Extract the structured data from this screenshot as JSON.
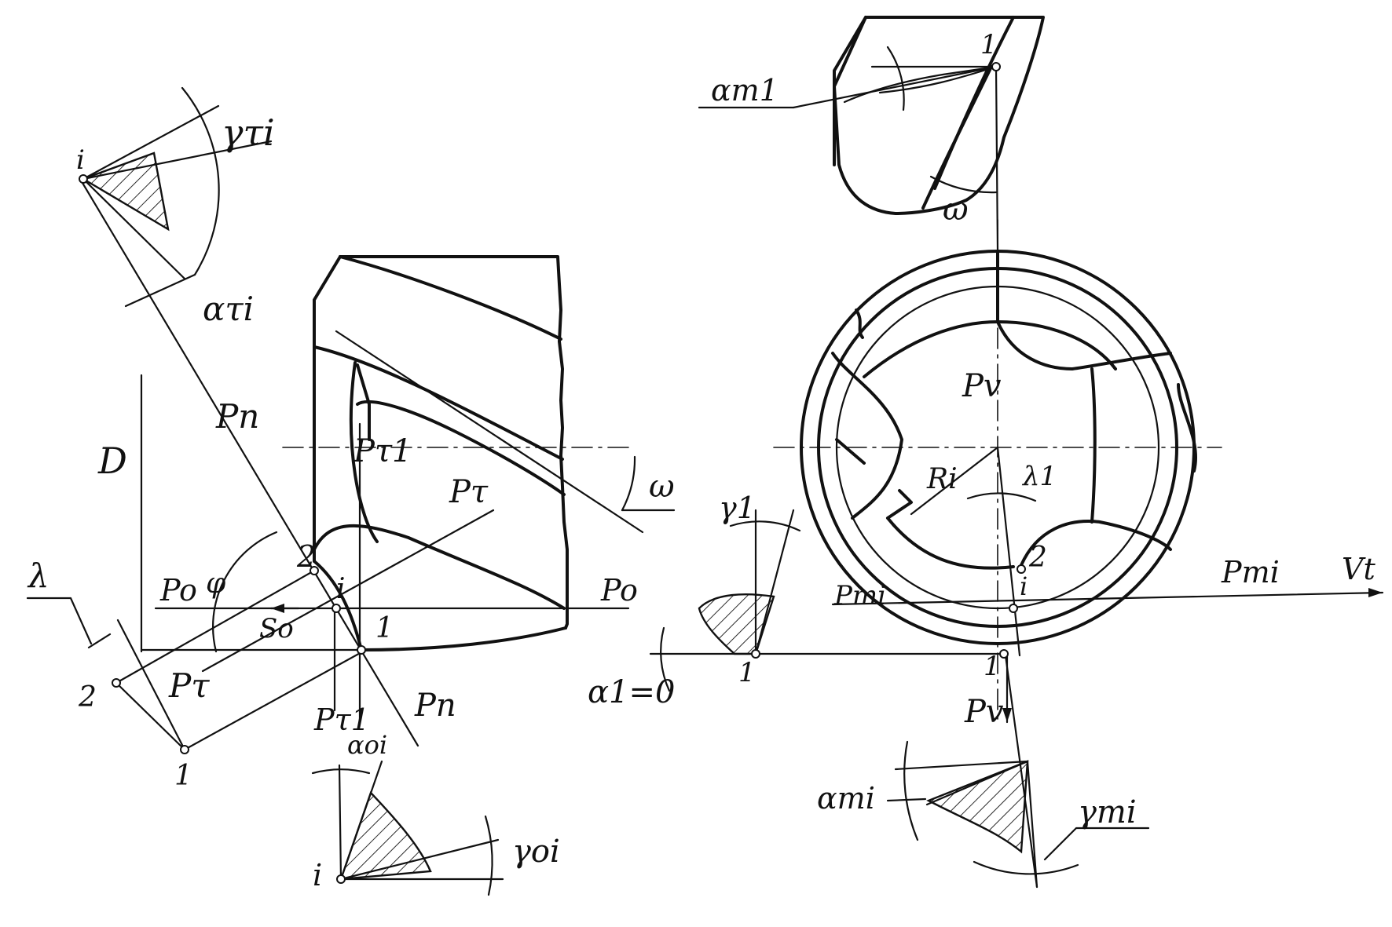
{
  "labels": {
    "gamma_ti_top": "γτi",
    "alpha_ti_top": "ατi",
    "i_top": "i",
    "Pn_upper": "Pn",
    "D": "D",
    "Pt1_mid": "Pτ1",
    "omega_left": "ω",
    "Ptau_mid": "Pτ",
    "phi": "φ",
    "two_left": "2",
    "i_left": "i",
    "Po_left": "Po",
    "Po_right": "Po",
    "So": "So",
    "one_left": "1",
    "lambda": "λ",
    "two_bottom": "2",
    "one_bottom": "1",
    "Ptau_lower": "Pτ",
    "Pt1_lower": "Pτ1",
    "alpha_oi": "αoi",
    "Pn_lower": "Pn",
    "gamma_oi": "γoi",
    "i_bottom": "i",
    "alpha_t1_top": "αт1",
    "one_top_right": "1",
    "omega_top_right": "ω",
    "Pv_upper": "Pv",
    "Ri": "Ri",
    "lambda_1": "λ1",
    "gamma_1": "γ1",
    "two_right": "2",
    "Pti_right": "Pтi",
    "Vt": "Vt",
    "Pti_left": "Pтi",
    "i_right": "i",
    "one_right": "1",
    "alpha_1_zero": "α1=0",
    "one_section": "1",
    "Pv_lower": "Pv",
    "alpha_ti_bottom": "αтi",
    "gamma_ti_bottom": "γтi"
  }
}
